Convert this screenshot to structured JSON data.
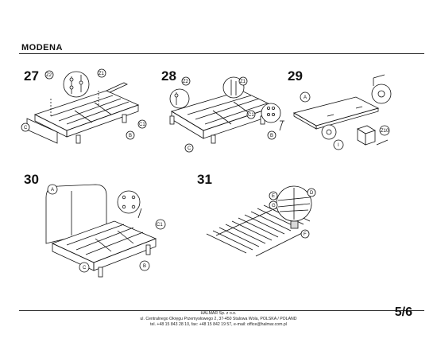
{
  "header": {
    "title": "MODENA"
  },
  "steps": [
    {
      "number": "27",
      "labels": [
        "Z2",
        "Z1",
        "C",
        "C1",
        "B"
      ]
    },
    {
      "number": "28",
      "labels": [
        "Z2",
        "Z1",
        "C1",
        "C",
        "B"
      ]
    },
    {
      "number": "29",
      "labels": [
        "A",
        "I",
        "Z10"
      ]
    },
    {
      "number": "30",
      "labels": [
        "A",
        "C1",
        "C",
        "B"
      ]
    },
    {
      "number": "31",
      "labels": [
        "E",
        "G",
        "D",
        "F"
      ]
    }
  ],
  "footer": {
    "company": "HALMAR Sp. z o.o.",
    "address": "ul. Centralnego Okręgu Przemysłowego 2, 37-450 Stalowa Wola, POLSKA / POLAND",
    "contact": "tel. +48 15 843 28 10, fax: +48 15 842 19 57, e-mail: office@halmar.com.pl"
  },
  "page": {
    "number": "5/6"
  }
}
